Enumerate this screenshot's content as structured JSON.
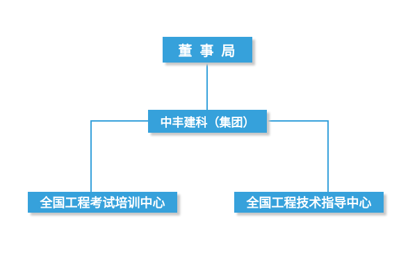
{
  "org_chart": {
    "type": "organization-chart",
    "nodes": {
      "root": {
        "label": "董 事 局"
      },
      "group": {
        "label": "中丰建科（集团）"
      },
      "children": [
        {
          "id": "exam-training-center",
          "label": "全国工程考试培训中心"
        },
        {
          "id": "tech-guidance-center",
          "label": "全国工程技术指导中心"
        }
      ]
    },
    "colors": {
      "box_fill": "#36A1DB",
      "box_text": "#FFFFFF",
      "connector": "#36A1DB",
      "shadow": "#C8C8C8",
      "background": "#FFFFFF"
    }
  }
}
